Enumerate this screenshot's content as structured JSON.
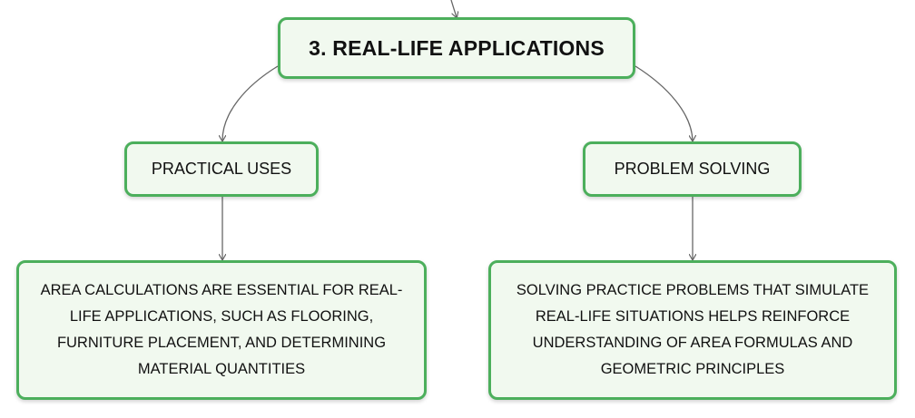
{
  "diagram": {
    "root": {
      "label": "3. REAL-LIFE APPLICATIONS"
    },
    "branches": [
      {
        "label": "PRACTICAL USES",
        "detail": "AREA CALCULATIONS ARE ESSENTIAL FOR REAL-LIFE APPLICATIONS, SUCH AS FLOORING, FURNITURE PLACEMENT, AND DETERMINING MATERIAL QUANTITIES"
      },
      {
        "label": "PROBLEM SOLVING",
        "detail": "SOLVING PRACTICE PROBLEMS THAT SIMULATE REAL-LIFE SITUATIONS HELPS REINFORCE UNDERSTANDING OF AREA FORMULAS AND GEOMETRIC PRINCIPLES"
      }
    ]
  },
  "colors": {
    "node_border": "#4caf5c",
    "node_fill": "#f1f9ef",
    "connector": "#666666"
  }
}
